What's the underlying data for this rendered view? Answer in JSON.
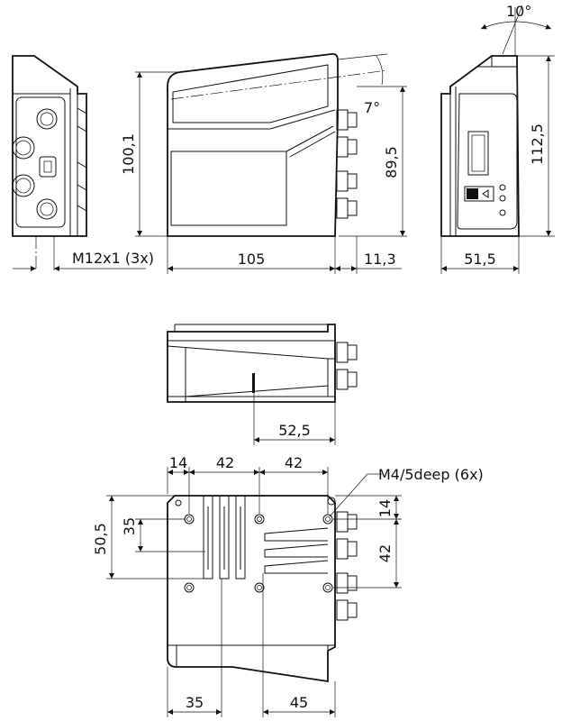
{
  "dimensions": {
    "left_height": "100,1",
    "right_front_height": "89,5",
    "angle_front": "7°",
    "thread_callout": "M12x1 (3x)",
    "front_width": "105",
    "connector_offset": "11,3",
    "side_height": "112,5",
    "angle_side": "10°",
    "side_width": "51,5",
    "top_view_offset": "52,5",
    "bottom_dim_14_top": "14",
    "bottom_dim_42_a": "42",
    "bottom_dim_42_b": "42",
    "mount_holes_callout": "M4/5deep (6x)",
    "bottom_dim_50_5": "50,5",
    "bottom_dim_35_left": "35",
    "bottom_dim_14_right": "14",
    "bottom_dim_42_right": "42",
    "bottom_dim_35_bottom": "35",
    "bottom_dim_45_bottom": "45"
  },
  "colors": {
    "line": "#111111",
    "background": "#ffffff"
  }
}
